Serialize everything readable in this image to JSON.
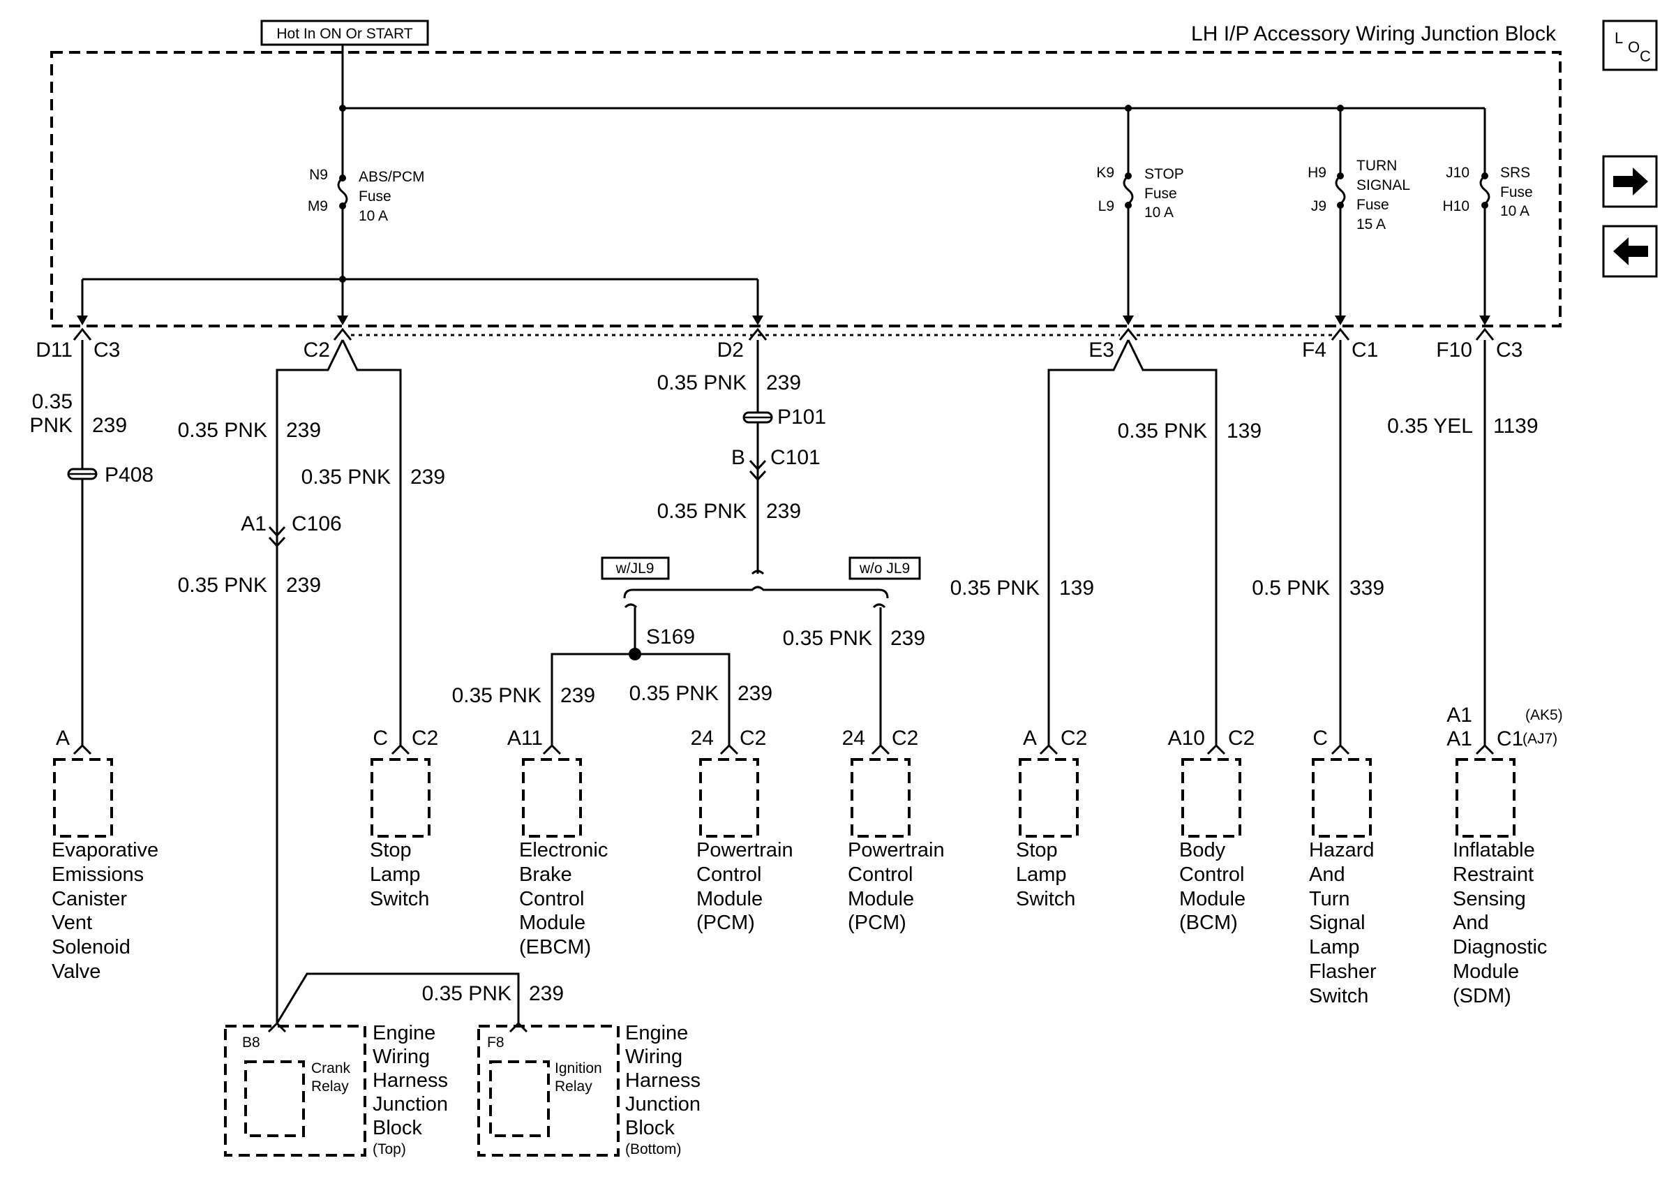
{
  "block": {
    "title": "LH I/P Accessory Wiring Junction Block",
    "power_label": "Hot In ON Or START"
  },
  "nav": {
    "loc_icon": "L O C",
    "forward_icon": "arrow-right",
    "back_icon": "arrow-left"
  },
  "fuses": [
    {
      "pin_top": "N9",
      "pin_bottom": "M9",
      "lines": [
        "ABS/PCM",
        "Fuse",
        "10 A"
      ]
    },
    {
      "pin_top": "K9",
      "pin_bottom": "L9",
      "lines": [
        "STOP",
        "Fuse",
        "10 A"
      ]
    },
    {
      "pin_top": "H9",
      "pin_bottom": "J9",
      "lines": [
        "TURN",
        "SIGNAL",
        "Fuse",
        "15 A"
      ]
    },
    {
      "pin_top": "J10",
      "pin_bottom": "H10",
      "lines": [
        "SRS",
        "Fuse",
        "10 A"
      ]
    }
  ],
  "block_connectors": [
    {
      "pin": "D11",
      "conn": "C3"
    },
    {
      "conn": "C2"
    },
    {
      "pin": "D2"
    },
    {
      "pin": "E3"
    },
    {
      "pin": "F4",
      "conn": "C1"
    },
    {
      "pin": "F10",
      "conn": "C3"
    }
  ],
  "wires": {
    "evap_a": {
      "size": "0.35",
      "color": "PNK",
      "circuit": "239"
    },
    "c2_left": {
      "label": "0.35 PNK",
      "circuit": "239"
    },
    "c2_right": {
      "label": "0.35 PNK",
      "circuit": "239"
    },
    "c106_below": {
      "label": "0.35 PNK",
      "circuit": "239"
    },
    "d2_below": {
      "label": "0.35 PNK",
      "circuit": "239"
    },
    "c101_below": {
      "label": "0.35 PNK",
      "circuit": "239"
    },
    "s169_left": {
      "label": "0.35 PNK",
      "circuit": "239"
    },
    "s169_right": {
      "label": "0.35 PNK",
      "circuit": "239"
    },
    "wo_jl9": {
      "label": "0.35 PNK",
      "circuit": "239"
    },
    "e3_left": {
      "label": "0.35 PNK",
      "circuit": "139"
    },
    "e3_right": {
      "label": "0.35 PNK",
      "circuit": "139"
    },
    "f4": {
      "label": "0.5 PNK",
      "circuit": "339"
    },
    "f10": {
      "label": "0.35 YEL",
      "circuit": "1139"
    },
    "relay_feed": {
      "label": "0.35 PNK",
      "circuit": "239"
    }
  },
  "inline": {
    "p408": "P408",
    "p101": "P101",
    "c106_pin": "A1",
    "c106": "C106",
    "c101_pin": "B",
    "c101": "C101",
    "s169": "S169",
    "opt_with": "w/JL9",
    "opt_without": "w/o JL9"
  },
  "components": [
    {
      "pin": "A",
      "conn": "",
      "name": [
        "Evaporative",
        "Emissions",
        "Canister",
        "Vent",
        "Solenoid",
        "Valve"
      ]
    },
    {
      "pin": "C",
      "conn": "C2",
      "name": [
        "Stop",
        "Lamp",
        "Switch"
      ]
    },
    {
      "pin": "A11",
      "conn": "",
      "name": [
        "Electronic",
        "Brake",
        "Control",
        "Module",
        "(EBCM)"
      ]
    },
    {
      "pin": "24",
      "conn": "C2",
      "name": [
        "Powertrain",
        "Control",
        "Module",
        "(PCM)"
      ]
    },
    {
      "pin": "24",
      "conn": "C2",
      "name": [
        "Powertrain",
        "Control",
        "Module",
        "(PCM)"
      ]
    },
    {
      "pin": "A",
      "conn": "C2",
      "name": [
        "Stop",
        "Lamp",
        "Switch"
      ]
    },
    {
      "pin": "A10",
      "conn": "C2",
      "name": [
        "Body",
        "Control",
        "Module",
        "(BCM)"
      ]
    },
    {
      "pin": "C",
      "conn": "",
      "name": [
        "Hazard",
        "And",
        "Turn",
        "Signal",
        "Lamp",
        "Flasher",
        "Switch"
      ]
    },
    {
      "pin": "A1",
      "pin2": "A1",
      "conn": "C1",
      "opt1": "(AK5)",
      "opt2": "(AJ7)",
      "name": [
        "Inflatable",
        "Restraint",
        "Sensing",
        "And",
        "Diagnostic",
        "Module",
        "(SDM)"
      ]
    }
  ],
  "relays": [
    {
      "pin": "B8",
      "relay": [
        "Crank",
        "Relay"
      ],
      "block": [
        "Engine",
        "Wiring",
        "Harness",
        "Junction",
        "Block"
      ],
      "position": "(Top)"
    },
    {
      "pin": "F8",
      "relay": [
        "Ignition",
        "Relay"
      ],
      "block": [
        "Engine",
        "Wiring",
        "Harness",
        "Junction",
        "Block"
      ],
      "position": "(Bottom)"
    }
  ]
}
